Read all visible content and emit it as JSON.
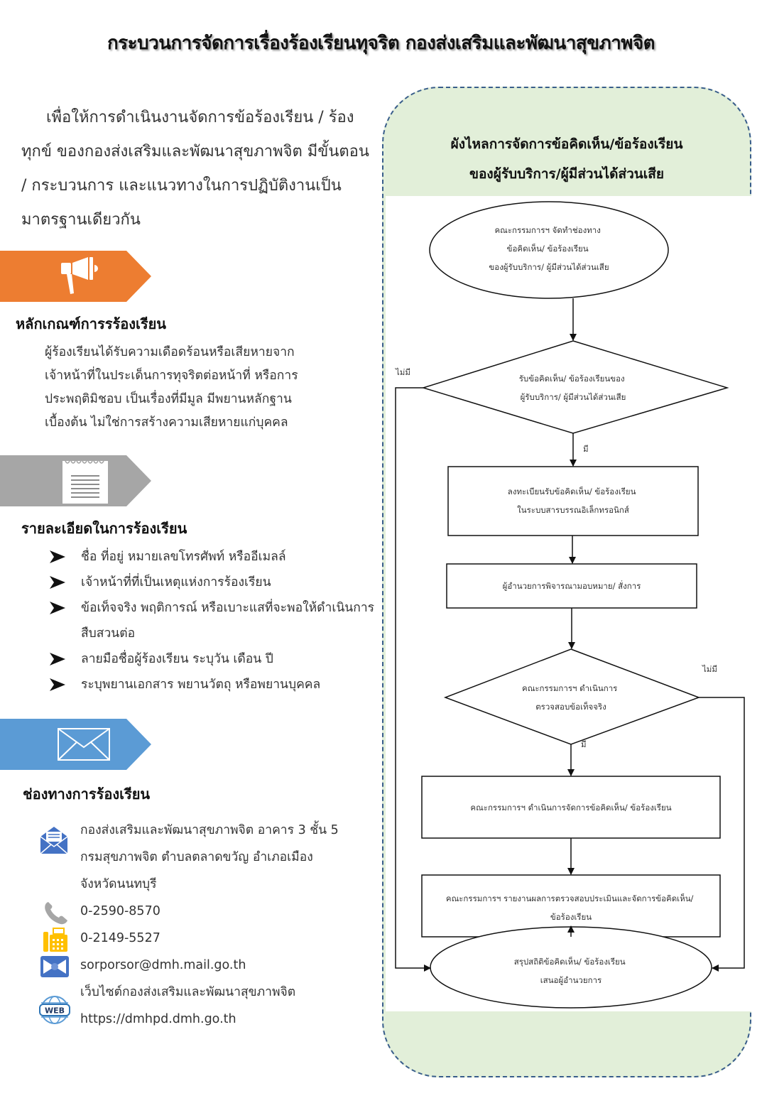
{
  "title": "กระบวนการจัดการเรื่องร้องเรียนทุจริต กองส่งเสริมและพัฒนาสุขภาพจิต",
  "intro": "เพื่อให้การดำเนินงานจัดการข้อร้องเรียน / ร้องทุกข์ ของกองส่งเสริมและพัฒนาสุขภาพจิต มีขั้นตอน / กระบวนการ และแนวทางในการปฏิบัติงานเป็นมาตรฐานเดียวกัน",
  "colors": {
    "orange_banner": "#ed7d31",
    "gray_banner": "#a6a6a6",
    "blue_banner": "#5b9bd5",
    "panel_bg": "#e2efd9",
    "panel_border": "#385d8a",
    "icon_blue": "#4472c4",
    "icon_yellow": "#ffc000",
    "icon_gray": "#a6a6a6"
  },
  "sections": {
    "criteria": {
      "icon": "megaphone-icon",
      "heading": "หลักเกณฑ์การรร้องเรียน",
      "lines": [
        "ผู้ร้องเรียนได้รับความเดือดร้อนหรือเสียหายจาก",
        "เจ้าหน้าที่ในประเด็นการทุจริตต่อหน้าที่ หรือการ",
        "ประพฤติมิชอบ เป็นเรื่องที่มีมูล มีพยานหลักฐาน",
        "เบื้องต้น ไม่ใช่การสร้างความเสียหายแก่บุคคล"
      ]
    },
    "details": {
      "icon": "notepad-icon",
      "heading": "รายละเอียดในการร้องเรียน",
      "bullets": [
        "ชื่อ ที่อยู่ หมายเลขโทรศัพท์ หรืออีเมลล์",
        "เจ้าหน้าที่ที่เป็นเหตุแห่งการร้องเรียน",
        "ข้อเท็จจริง พฤติการณ์ หรือเบาะแสที่จะพอให้ดำเนินการสืบสวนต่อ",
        "ลายมือชื่อผู้ร้องเรียน ระบุวัน เดือน ปี",
        "ระบุพยานเอกสาร พยานวัตถุ หรือพยานบุคคล"
      ]
    },
    "channels": {
      "icon": "envelope-icon",
      "heading": "ช่องทางการร้องเรียน",
      "address": [
        "กองส่งเสริมและพัฒนาสุขภาพจิต อาคาร 3 ชั้น 5",
        "กรมสุขภาพจิต ตำบลตลาดขวัญ อำเภอเมือง",
        "จังหวัดนนทบุรี"
      ],
      "phone": "0-2590-8570",
      "fax": "0-2149-5527",
      "email": "sorporsor@dmh.mail.go.th",
      "website_label": "เว็บไซต์กองส่งเสริมและพัฒนาสุขภาพจิต",
      "website_url": "https://dmhpd.dmh.go.th",
      "web_badge": "WEB"
    }
  },
  "flowchart": {
    "title_line1": "ผังไหลการจัดการข้อคิดเห็น/ข้อร้องเรียน",
    "title_line2": "ของผู้รับบริการ/ผู้มีส่วนได้ส่วนเสีย",
    "start": [
      "คณะกรรมการฯ จัดทำช่องทาง",
      "ข้อคิดเห็น/ ข้อร้องเรียน",
      "ของผู้รับบริการ/ ผู้มีส่วนได้ส่วนเสีย"
    ],
    "decision1": [
      "รับข้อคิดเห็น/ ข้อร้องเรียนของ",
      "ผู้รับบริการ/ ผู้มีส่วนได้ส่วนเสีย"
    ],
    "step1": [
      "ลงทะเบียนรับข้อคิดเห็น/ ข้อร้องเรียน",
      "ในระบบสารบรรณอิเล็กทรอนิกส์"
    ],
    "step2": [
      "ผู้อำนวยการพิจารณามอบหมาย/ สั่งการ"
    ],
    "decision2": [
      "คณะกรรมการฯ ดำเนินการ",
      "ตรวจสอบข้อเท็จจริง"
    ],
    "step3": [
      "คณะกรรมการฯ ดำเนินการจัดการข้อคิดเห็น/ ข้อร้องเรียน"
    ],
    "step4": [
      "คณะกรรมการฯ รายงานผลการตรวจสอบประเมินและจัดการข้อคิดเห็น/",
      "ข้อร้องเรียน"
    ],
    "end": [
      "สรุปสถิติข้อคิดเห็น/ ข้อร้องเรียน",
      "เสนอผู้อำนวยการ"
    ],
    "label_yes": "มี",
    "label_no": "ไม่มี"
  }
}
